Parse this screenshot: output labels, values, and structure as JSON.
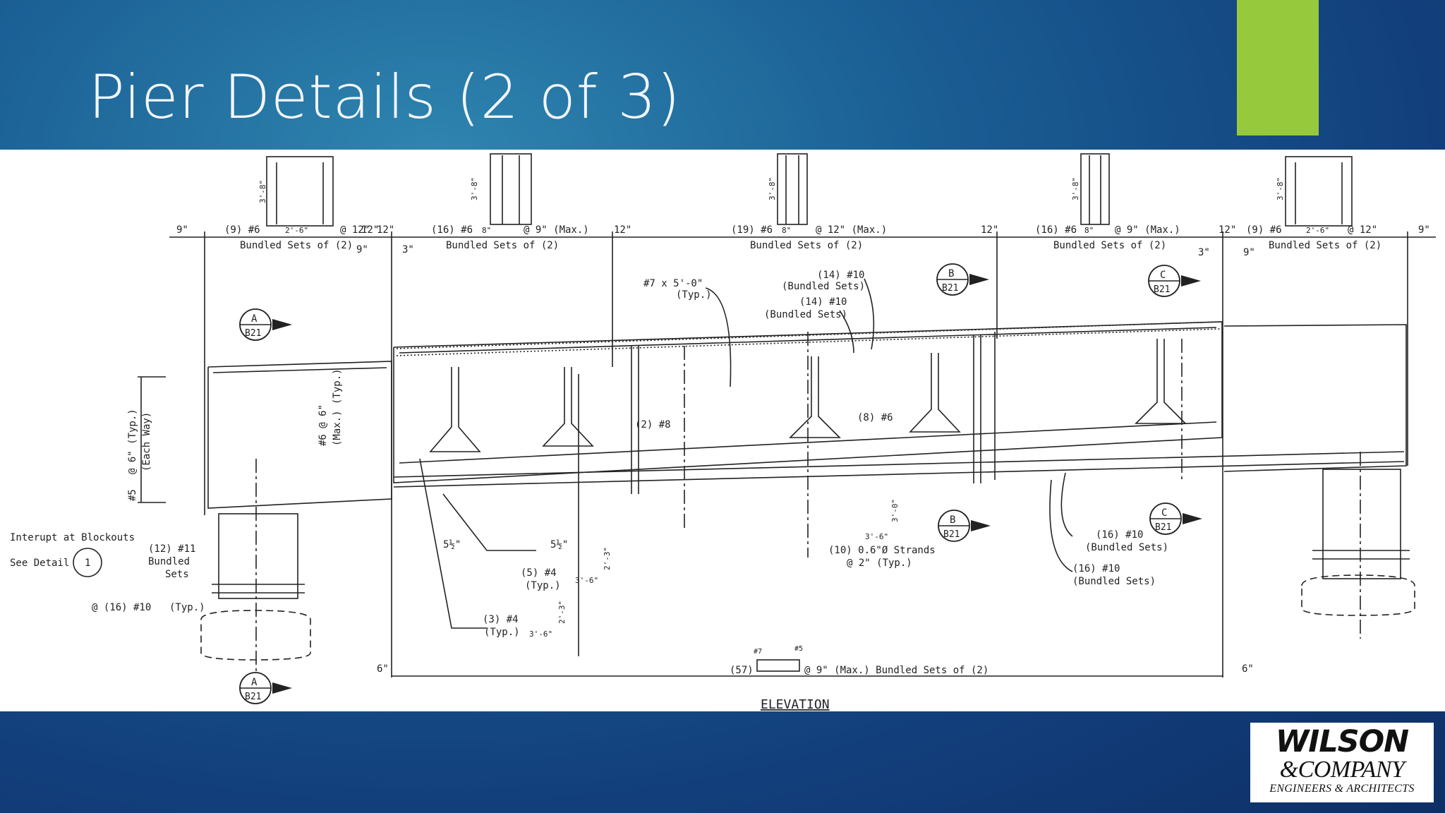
{
  "slide": {
    "title": "Pier Details (2 of 3)"
  },
  "drawing": {
    "title": "ELEVATION",
    "top_callouts": [
      {
        "qty": "(9) #6",
        "dim": "2'-6\"",
        "spacing": "@ 12\"",
        "note": "Bundled Sets of (2)"
      },
      {
        "qty": "(16) #6",
        "dim": "8\"",
        "spacing": "@ 9\" (Max.)",
        "note": "Bundled Sets of (2)"
      },
      {
        "qty": "(19) #6",
        "dim": "8\"",
        "spacing": "@ 12\" (Max.)",
        "note": "Bundled Sets of (2)"
      },
      {
        "qty": "(16) #6",
        "dim": "8\"",
        "spacing": "@ 9\" (Max.)",
        "note": "Bundled Sets of (2)"
      },
      {
        "qty": "(9) #6",
        "dim": "2'-6\"",
        "spacing": "@ 12\"",
        "note": "Bundled Sets of (2)"
      }
    ],
    "detail_height_label": "3'-8\"",
    "dims": {
      "d9_left": "9\"",
      "d9_right": "9\"",
      "d9_a": "9\"",
      "d9_b": "9\"",
      "d12_a": "12\"",
      "d12_b": "12\"",
      "d12_c": "12\"",
      "d12_d": "12\"",
      "d12_e": "12\"",
      "d3_a": "3\"",
      "d3_b": "3\"",
      "d6_left": "6\"",
      "d6_right": "6\""
    },
    "section_markers": [
      {
        "letter": "A",
        "sheet": "B21"
      },
      {
        "letter": "A",
        "sheet": "B21"
      },
      {
        "letter": "B",
        "sheet": "B21"
      },
      {
        "letter": "B",
        "sheet": "B21"
      },
      {
        "letter": "C",
        "sheet": "B21"
      },
      {
        "letter": "C",
        "sheet": "B21"
      }
    ],
    "labels": {
      "bar7_line1": "#7 x 5'-0\"",
      "bar7_line2": "(Typ.)",
      "b14_1a": "(14) #10",
      "b14_1b": "(Bundled Sets)",
      "b14_2a": "(14) #10",
      "b14_2b": "(Bundled Sets)",
      "b2_8": "(2) #8",
      "b8_6": "(8) #6",
      "b5_vert_a": "#5",
      "b5_vert_b": "@ 6\" (Typ.)",
      "b5_vert_c": "(Each Way)",
      "b6_vert_a": "#6 @ 6\"",
      "b6_vert_b": "(Max.) (Typ.)",
      "interrupt": "Interupt at Blockouts",
      "see_detail": "See Detail",
      "detail_num": "1",
      "b12_a": "(12) #11",
      "b12_b": "Bundled",
      "b12_c": "Sets",
      "b16_left": "@ (16) #10",
      "typ": "(Typ.)",
      "frac_a": "5½\"",
      "frac_b": "5½\"",
      "b5_4a": "(5) #4",
      "b5_4b": "(Typ.)",
      "dim_36a": "3'-6\"",
      "dim_23a": "2'-3\"",
      "b3_4a": "(3) #4",
      "b3_4b": "(Typ.)",
      "dim_36b": "3'-6\"",
      "dim_23b": "2'-3\"",
      "dim_30": "3'-0\"",
      "dim_36c": "3'-6\"",
      "strands_a": "(10) 0.6\"Ø Strands",
      "strands_b": "@ 2\" (Typ.)",
      "b16_r1a": "(16) #10",
      "b16_r1b": "(Bundled Sets)",
      "b16_r2a": "(16) #10",
      "b16_r2b": "(Bundled Sets)",
      "b57": "(57)",
      "b57_sp": "@ 9\" (Max.) Bundled Sets of (2)",
      "b57_a": "#7",
      "b57_b": "#5"
    }
  },
  "logo": {
    "name": "WILSON",
    "company": "&COMPANY",
    "tagline": "ENGINEERS & ARCHITECTS"
  },
  "colors": {
    "accent": "#97c93c",
    "background": "#1a5e94"
  }
}
